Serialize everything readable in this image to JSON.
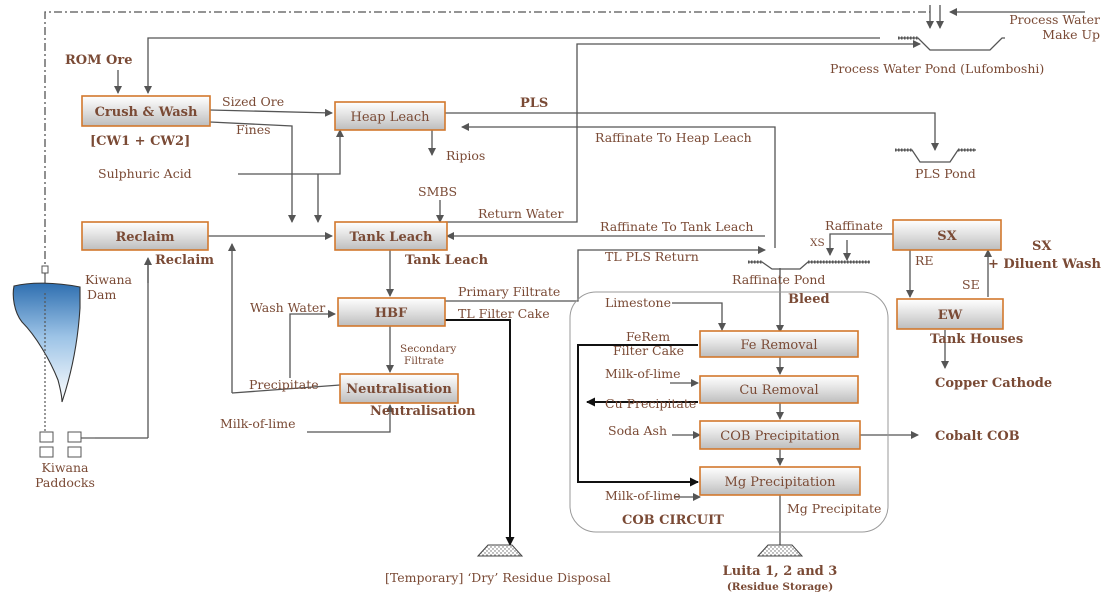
{
  "boxes": {
    "crush_wash": "Crush & Wash",
    "heap_leach": "Heap Leach",
    "reclaim": "Reclaim",
    "tank_leach": "Tank Leach",
    "hbf": "HBF",
    "neutralisation": "Neutralisation",
    "sx": "SX",
    "ew": "EW",
    "fe_removal": "Fe Removal",
    "cu_removal": "Cu Removal",
    "cob_precipitation": "COB Precipitation",
    "mg_precipitation": "Mg Precipitation"
  },
  "labels": {
    "process_water_make_up_1": "Process Water",
    "process_water_make_up_2": "Make Up",
    "process_water_pond": "Process Water Pond (Lufomboshi)",
    "rom_ore": "ROM Ore",
    "sized_ore": "Sized Ore",
    "cw_units": "[CW1 + CW2]",
    "fines": "Fines",
    "pls": "PLS",
    "ripios": "Ripios",
    "raffinate_to_heap_leach": "Raffinate To Heap Leach",
    "sulphuric_acid": "Sulphuric Acid",
    "smbs": "SMBS",
    "pls_pond": "PLS Pond",
    "return_water": "Return Water",
    "raffinate_to_tank_leach": "Raffinate To Tank Leach",
    "raffinate": "Raffinate",
    "reclaim_area": "Reclaim",
    "tank_leach_area": "Tank Leach",
    "tl_pls_return": "TL PLS Return",
    "xs": "XS",
    "re": "RE",
    "se": "SE",
    "sx_area_1": "SX",
    "sx_area_2": "+ Diluent Wash",
    "raffinate_pond": "Raffinate Pond",
    "kiwana_dam_1": "Kiwana",
    "kiwana_dam_2": "Dam",
    "wash_water": "Wash Water",
    "primary_filtrate": "Primary Filtrate",
    "bleed": "Bleed",
    "tl_filter_cake": "TL Filter Cake",
    "limestone": "Limestone",
    "tank_houses": "Tank Houses",
    "secondary_filtrate_1": "Secondary",
    "secondary_filtrate_2": "Filtrate",
    "ferem_1": "FeRem",
    "ferem_2": "Filter Cake",
    "precipitate": "Precipitate",
    "milk_of_lime_cu": "Milk-of-lime",
    "copper_cathode": "Copper Cathode",
    "neutralisation_area": "Neutralisation",
    "cu_precipitate": "Cu Precipitate",
    "milk_of_lime_neut": "Milk-of-lime",
    "soda_ash": "Soda Ash",
    "cobalt_cob": "Cobalt COB",
    "kiwana_paddocks_1": "Kiwana",
    "kiwana_paddocks_2": "Paddocks",
    "milk_of_lime_mg": "Milk-of-lime",
    "mg_precipitate": "Mg Precipitate",
    "cob_circuit": "COB CIRCUIT",
    "residue_disposal": "[Temporary] ‘Dry’ Residue Disposal",
    "luita_1": "Luita 1, 2 and 3",
    "luita_2": "(Residue Storage)"
  },
  "colors": {
    "text": "#7a4a35",
    "box_border": "#d2782d",
    "line": "#555555",
    "dam_water": "#2f6fb0"
  }
}
